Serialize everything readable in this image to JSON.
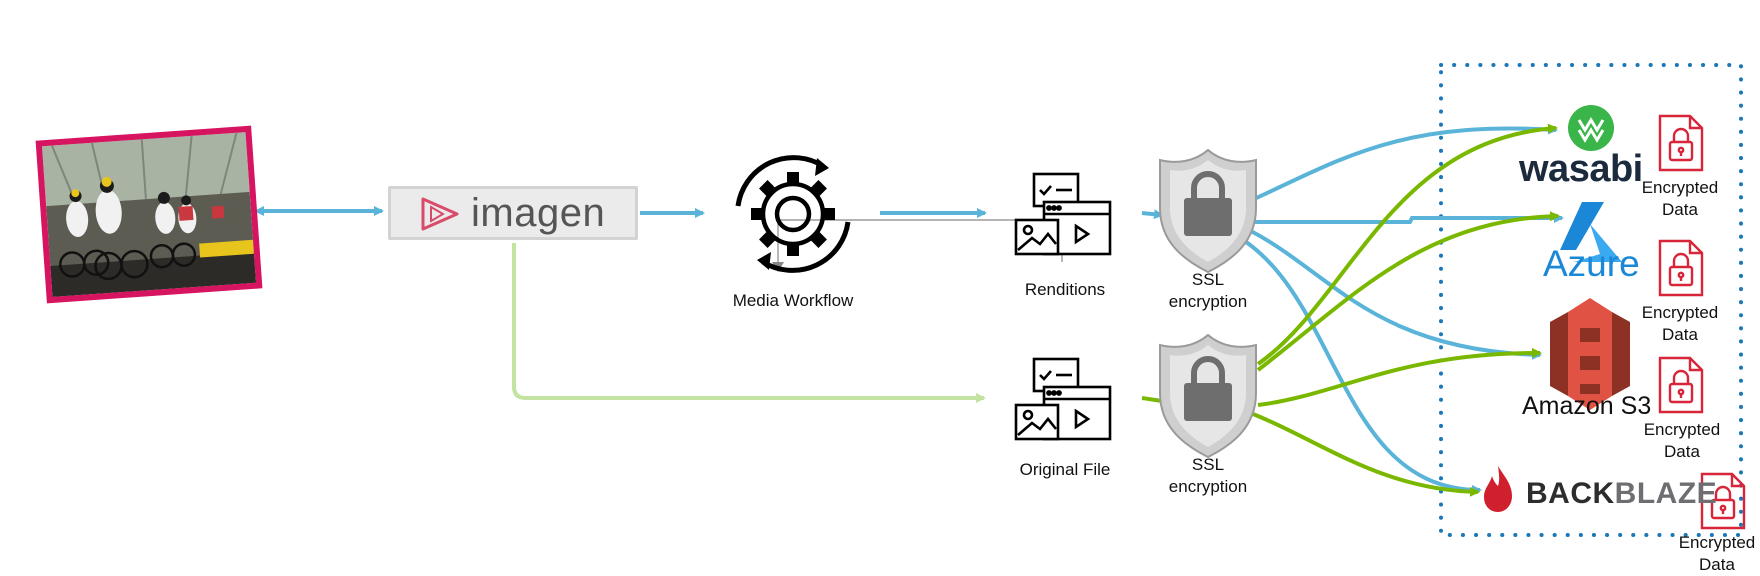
{
  "source_photo": {
    "alt": "cycling race photo"
  },
  "imagen": {
    "logo_text": "imagen"
  },
  "media_workflow": {
    "label": "Media Workflow"
  },
  "renditions": {
    "label": "Renditions"
  },
  "original_file": {
    "label": "Original File"
  },
  "ssl_top": {
    "line1": "SSL",
    "line2": "encryption"
  },
  "ssl_bottom": {
    "line1": "SSL",
    "line2": "encryption"
  },
  "providers": {
    "wasabi": {
      "name": "wasabi"
    },
    "azure": {
      "name": "Azure"
    },
    "s3": {
      "name": "Amazon S3"
    },
    "backblaze": {
      "name_part1": "BACK",
      "name_part2": "BLAZE"
    }
  },
  "encrypted": {
    "item1": {
      "line1": "Encrypted",
      "line2": "Data"
    },
    "item2": {
      "line1": "Encrypted",
      "line2": "Data"
    },
    "item3": {
      "line1": "Encrypted",
      "line2": "Data"
    },
    "item4": {
      "line1": "Encrypted",
      "line2": "Data"
    }
  },
  "colors": {
    "blue_flow": "#5ab4d9",
    "green_flow": "#7ab800",
    "light_green_flow": "#c3e3a0",
    "imagen_accent": "#d94b6a",
    "encrypted_red": "#d8253a",
    "dotted_border": "#1a78b8"
  }
}
